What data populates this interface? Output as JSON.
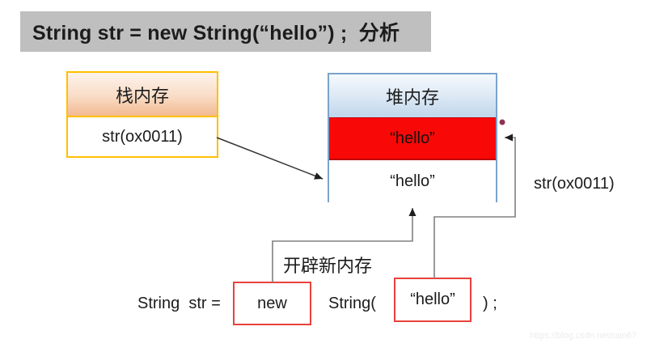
{
  "title": "String str = new String(“hello”) ;  分析",
  "stack_box": {
    "header": "栈内存",
    "cell": "str(ox0011)"
  },
  "heap_box": {
    "header": "堆内存",
    "red_cell": "“hello”",
    "white_cell": "“hello”"
  },
  "right_label": "str(ox0011)",
  "annotation": "开辟新内存",
  "statement": {
    "prefix": "String  str =",
    "box_new": "new",
    "middle": "String(",
    "box_hello": "“hello”",
    "suffix": ") ;"
  },
  "watermark": "https://blog.csdn.net/rain67",
  "icons": {
    "arrow_stack_to_heap": "arrow-right-down",
    "arrow_new_to_heap": "arrow-up",
    "arrow_literal_to_redcell": "arrow-left",
    "pointer_dot": "dot"
  },
  "colors": {
    "title-bg": "#bfbfbf",
    "gold-border": "#ffc000",
    "stack-grad-top": "#fdf3ec",
    "stack-grad-bottom": "#f2ba91",
    "blue-border": "#7ba3cc",
    "heap-grad-top": "#f5f9fd",
    "heap-grad-bottom": "#c0d6eb",
    "red-fill": "#f90808",
    "red-box-border": "#e8423b",
    "line-gray": "#808080",
    "line-dark": "#333333",
    "arrowhead": "#1f1f1f",
    "dot-color": "#8c3353",
    "watermark-color": "#ececec"
  }
}
